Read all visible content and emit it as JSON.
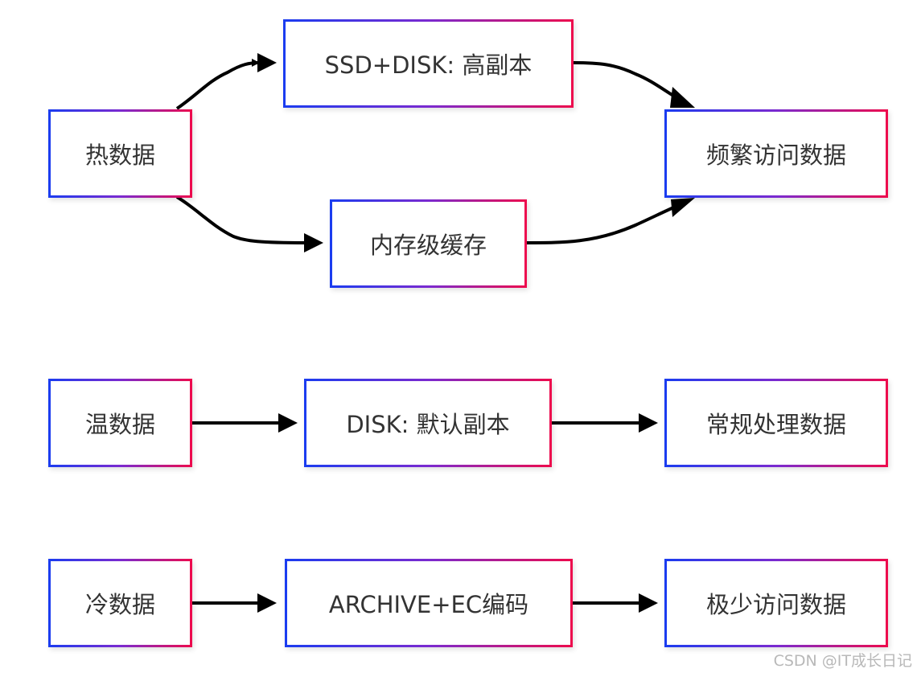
{
  "colors": {
    "border_start": "#1a3cf0",
    "border_end": "#ee0a4c",
    "text": "#333333",
    "arrow": "#000000"
  },
  "nodes": {
    "hot": "热数据",
    "hot_ssd": "SSD+DISK: 高副本",
    "hot_memory": "内存级缓存",
    "hot_result": "频繁访问数据",
    "warm": "温数据",
    "warm_disk": "DISK: 默认副本",
    "warm_result": "常规处理数据",
    "cold": "冷数据",
    "cold_archive": "ARCHIVE+EC编码",
    "cold_result": "极少访问数据"
  },
  "edges": [
    {
      "from": "hot",
      "to": "hot_ssd"
    },
    {
      "from": "hot",
      "to": "hot_memory"
    },
    {
      "from": "hot_ssd",
      "to": "hot_result"
    },
    {
      "from": "hot_memory",
      "to": "hot_result"
    },
    {
      "from": "warm",
      "to": "warm_disk"
    },
    {
      "from": "warm_disk",
      "to": "warm_result"
    },
    {
      "from": "cold",
      "to": "cold_archive"
    },
    {
      "from": "cold_archive",
      "to": "cold_result"
    }
  ],
  "watermark": "CSDN @IT成长日记"
}
